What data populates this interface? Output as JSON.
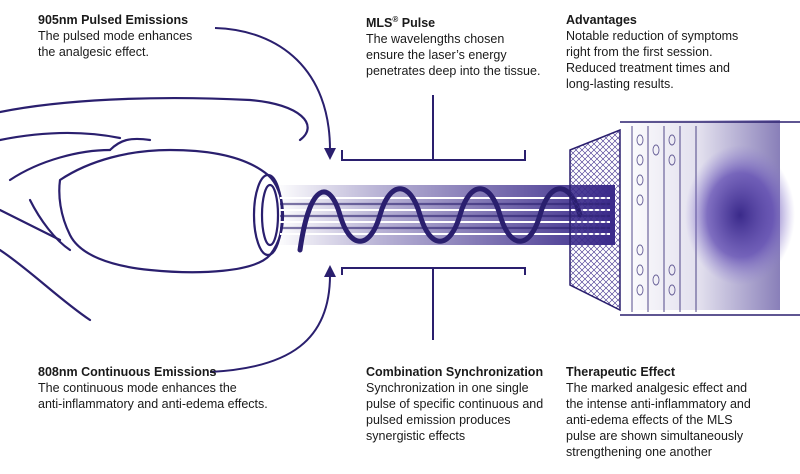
{
  "accent": "#3a2a8a",
  "labels": {
    "pulsed": {
      "title": "905nm Pulsed Emissions",
      "body": "The pulsed mode enhances\nthe analgesic effect."
    },
    "mls": {
      "title_main": "MLS",
      "title_sup": "®",
      "title_rest": " Pulse",
      "body": "The wavelengths chosen\nensure the laser’s energy\npenetrates deep into the tissue."
    },
    "advantages": {
      "title": "Advantages",
      "body": "Notable reduction of symptoms\nright from the first session.\nReduced treatment times and\nlong-lasting results."
    },
    "continuous": {
      "title": "808nm Continuous Emissions",
      "body": "The continuous mode enhances the\nanti-inflammatory and anti-edema effects."
    },
    "sync": {
      "title": "Combination Synchronization",
      "body": "Synchronization in one single\npulse of specific continuous and\npulsed emission produces\nsynergistic effects"
    },
    "therapeutic": {
      "title": "Therapeutic Effect",
      "body": "The marked analgesic effect and\nthe intense anti-inflammatory and\nanti-edema effects of the MLS\npulse are shown simultaneously\nstrengthening one another"
    }
  }
}
